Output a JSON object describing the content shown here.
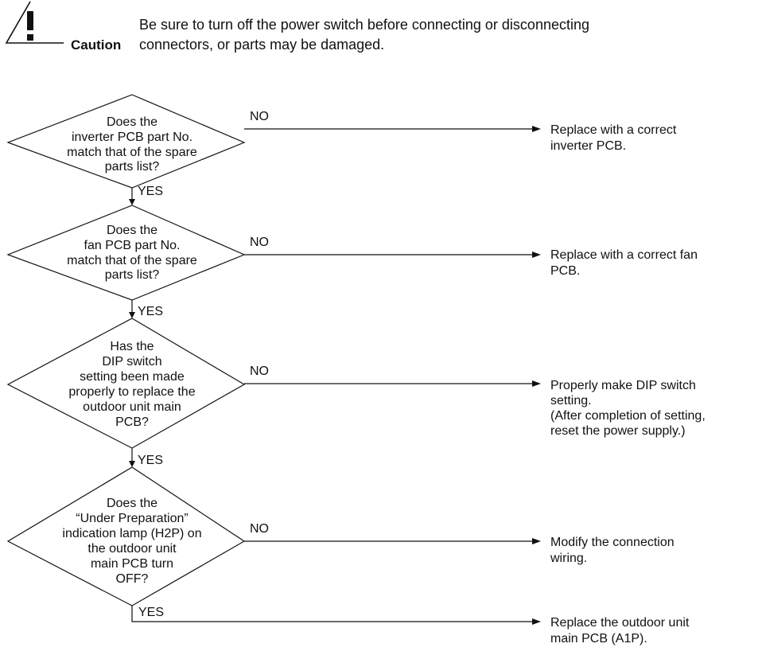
{
  "caution": {
    "label": "Caution",
    "text_lines": [
      "Be sure to turn off the power switch before connecting or disconnecting",
      "connectors, or parts may be damaged."
    ]
  },
  "decisions": [
    {
      "lines": [
        "Does the",
        "inverter PCB part No.",
        "match that of the spare",
        "parts list?"
      ],
      "yes_label": "YES",
      "no_label": "NO",
      "no_action_lines": [
        "Replace with a correct",
        "inverter PCB."
      ]
    },
    {
      "lines": [
        "Does the",
        "fan PCB part No.",
        "match that of the spare",
        "parts list?"
      ],
      "yes_label": "YES",
      "no_label": "NO",
      "no_action_lines": [
        "Replace with a correct fan",
        "PCB."
      ]
    },
    {
      "lines": [
        "Has the",
        "DIP switch",
        "setting been made",
        "properly to replace the",
        "outdoor unit main",
        "PCB?"
      ],
      "yes_label": "YES",
      "no_label": "NO",
      "no_action_lines": [
        "Properly make DIP switch",
        "setting.",
        "(After completion of setting,",
        "reset the power supply.)"
      ]
    },
    {
      "lines": [
        "Does the",
        "“Under Preparation”",
        "indication lamp (H2P) on",
        "the outdoor unit",
        "main PCB turn",
        "OFF?"
      ],
      "yes_label": "YES",
      "no_label": "NO",
      "no_action_lines": [
        "Modify the connection",
        "wiring."
      ]
    }
  ],
  "final_action_lines": [
    "Replace the outdoor unit",
    "main PCB (A1P)."
  ]
}
